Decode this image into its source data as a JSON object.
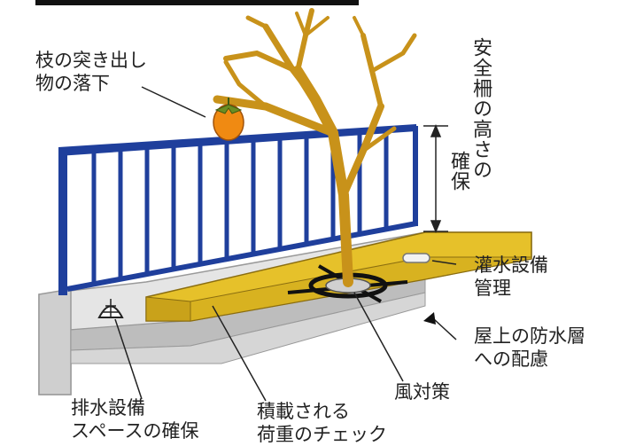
{
  "labels": {
    "branch_line1": "枝の突き出し",
    "branch_line2": "物の落下",
    "fence_col1": "安全柵の高さの",
    "fence_col2": "確保",
    "irrigation_line1": "灌水設備",
    "irrigation_line2": "管理",
    "waterproof_line1": "屋上の防水層",
    "waterproof_line2": "への配慮",
    "wind": "風対策",
    "drain_line1": "排水設備",
    "drain_line2": "スペースの確保",
    "load_line1": "積載される",
    "load_line2": "荷重のチェック"
  },
  "colors": {
    "fence": "#1f3f9c",
    "soil": "#e6c12a",
    "soil_dark": "#c9a21a",
    "trunk": "#c8921a",
    "persimmon": "#f08a12",
    "slab": "#d9d9d9",
    "slab_dark": "#b0b0b0"
  }
}
